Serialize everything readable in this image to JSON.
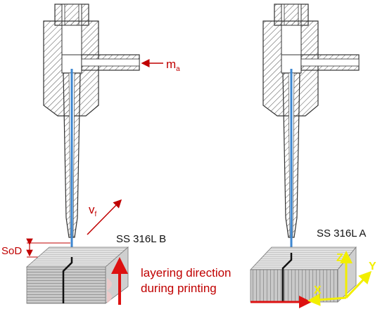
{
  "labels": {
    "ma_main": "m",
    "ma_sub": "a",
    "vf_main": "v",
    "vf_sub": "f",
    "sod": "SoD",
    "specimen_b": "SS 316L B",
    "specimen_a": "SS 316L A",
    "layering_line1": "layering direction",
    "layering_line2": "during printing",
    "axis_x": "X",
    "axis_y": "Y",
    "axis_z": "Z"
  },
  "colors": {
    "label_red": "#c00000",
    "arrow_red": "#dd1111",
    "axis_yellow": "#f2ee00",
    "wire_blue": "#3d87d1",
    "hatch": "#555555",
    "block_fill": "#c9c9c9",
    "block_top": "#e2e2e2"
  }
}
